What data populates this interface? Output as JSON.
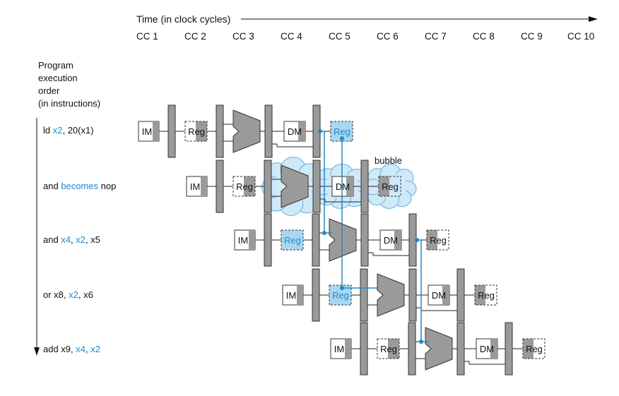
{
  "time_axis": {
    "label": "Time (in clock cycles)",
    "ticks": [
      "CC 1",
      "CC 2",
      "CC 3",
      "CC 4",
      "CC 5",
      "CC 6",
      "CC 7",
      "CC 8",
      "CC 9",
      "CC 10"
    ]
  },
  "order_label": [
    "Program",
    "execution",
    "order",
    "(in instructions)"
  ],
  "instructions": [
    {
      "parts": [
        {
          "t": "ld ",
          "hl": false
        },
        {
          "t": "x2",
          "hl": true
        },
        {
          "t": ", 20(x1)",
          "hl": false
        }
      ]
    },
    {
      "parts": [
        {
          "t": "and ",
          "hl": false
        },
        {
          "t": "becomes",
          "hl": true
        },
        {
          "t": " nop",
          "hl": false
        }
      ]
    },
    {
      "parts": [
        {
          "t": "and ",
          "hl": false
        },
        {
          "t": "x4",
          "hl": true
        },
        {
          "t": ", ",
          "hl": false
        },
        {
          "t": "x2",
          "hl": true
        },
        {
          "t": ", x5",
          "hl": false
        }
      ]
    },
    {
      "parts": [
        {
          "t": "or x8, ",
          "hl": false
        },
        {
          "t": "x2",
          "hl": true
        },
        {
          "t": ", x6",
          "hl": false
        }
      ]
    },
    {
      "parts": [
        {
          "t": "add x9, ",
          "hl": false
        },
        {
          "t": "x4",
          "hl": true
        },
        {
          "t": ", ",
          "hl": false
        },
        {
          "t": "x2",
          "hl": true
        }
      ]
    }
  ],
  "stage_labels": {
    "im": "IM",
    "reg": "Reg",
    "dm": "DM"
  },
  "bubble_label": "bubble",
  "colors": {
    "accent": "#2288cc",
    "highlight_fill": "#a9d6f2",
    "stage_gray": "#9a9a9a",
    "bubble_fill": "#cfe9f8",
    "bubble_stroke": "#5fb0de"
  }
}
